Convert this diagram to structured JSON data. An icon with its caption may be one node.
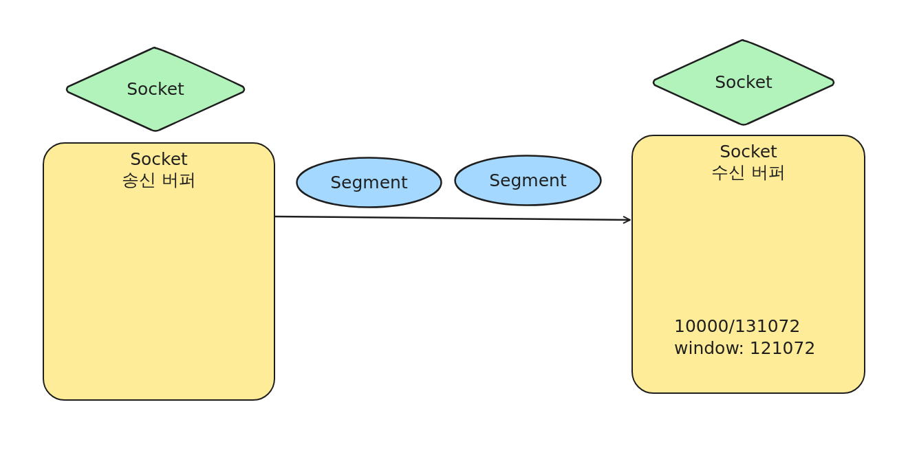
{
  "diagram": {
    "nodes": [
      {
        "text": [
          "Socket"
        ]
      },
      {
        "text": [
          "Socket",
          "송신 버퍼"
        ]
      },
      {
        "text": [
          "Segment"
        ]
      },
      {
        "text": [
          "Segment"
        ]
      },
      {
        "text": [
          "Socket"
        ]
      },
      {
        "text": [
          "Socket",
          "수신 버퍼",
          "10000/131072 window: 121072"
        ]
      }
    ],
    "edges": [
      {
        "from": 1,
        "to": 5,
        "arrow": "to"
      }
    ]
  }
}
